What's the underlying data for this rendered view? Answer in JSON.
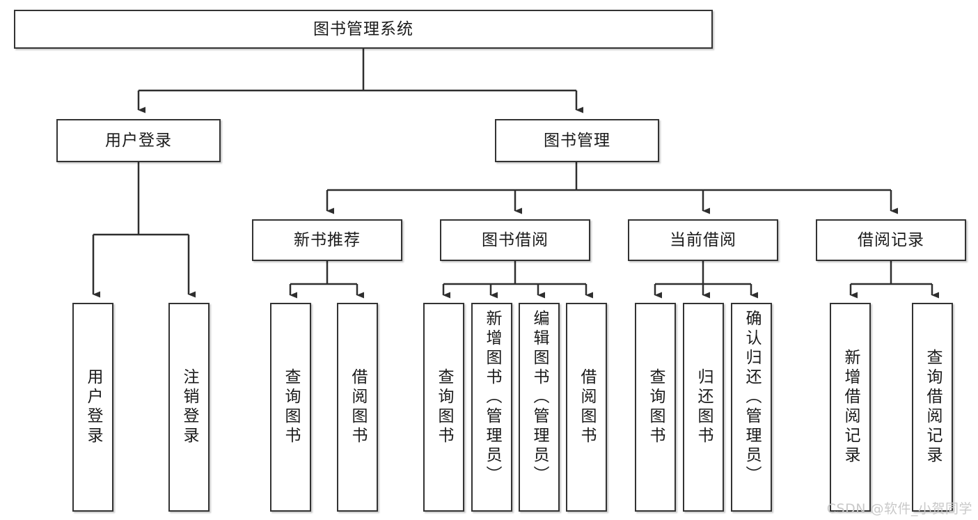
{
  "diagram": {
    "title": "图书管理系统",
    "type": "hierarchy-tree",
    "root": {
      "id": "root",
      "label": "图书管理系统",
      "orientation": "horizontal"
    },
    "level2": [
      {
        "id": "user-login",
        "label": "用户登录",
        "orientation": "horizontal"
      },
      {
        "id": "book-manage",
        "label": "图书管理",
        "orientation": "horizontal"
      }
    ],
    "level3": [
      {
        "id": "new-book-recommend",
        "label": "新书推荐",
        "orientation": "horizontal",
        "parent": "book-manage"
      },
      {
        "id": "book-borrow",
        "label": "图书借阅",
        "orientation": "horizontal",
        "parent": "book-manage"
      },
      {
        "id": "current-borrow",
        "label": "当前借阅",
        "orientation": "horizontal",
        "parent": "book-manage"
      },
      {
        "id": "borrow-record",
        "label": "借阅记录",
        "orientation": "horizontal",
        "parent": "book-manage"
      }
    ],
    "leaves": {
      "user_login": [
        {
          "id": "leaf-user-login",
          "label": "用户登录",
          "orientation": "vertical"
        },
        {
          "id": "leaf-user-logout",
          "label": "注销登录",
          "orientation": "vertical"
        }
      ],
      "new_book_recommend": [
        {
          "id": "leaf-query-book-1",
          "label": "查询图书",
          "orientation": "vertical"
        },
        {
          "id": "leaf-borrow-book-1",
          "label": "借阅图书",
          "orientation": "vertical"
        }
      ],
      "book_borrow": [
        {
          "id": "leaf-query-book-2",
          "label": "查询图书",
          "orientation": "vertical"
        },
        {
          "id": "leaf-add-book",
          "label": "新增图书（管理员）",
          "orientation": "vertical"
        },
        {
          "id": "leaf-edit-book",
          "label": "编辑图书（管理员）",
          "orientation": "vertical"
        },
        {
          "id": "leaf-borrow-book-2",
          "label": "借阅图书",
          "orientation": "vertical"
        }
      ],
      "current_borrow": [
        {
          "id": "leaf-query-book-3",
          "label": "查询图书",
          "orientation": "vertical"
        },
        {
          "id": "leaf-return-book",
          "label": "归还图书",
          "orientation": "vertical"
        },
        {
          "id": "leaf-confirm-return",
          "label": "确认归还（管理员）",
          "orientation": "vertical"
        }
      ],
      "borrow_record": [
        {
          "id": "leaf-add-record",
          "label": "新增借阅记录",
          "orientation": "vertical"
        },
        {
          "id": "leaf-query-record",
          "label": "查询借阅记录",
          "orientation": "vertical"
        }
      ]
    },
    "colors": {
      "stroke": "#333333",
      "fill": "#ffffff",
      "text": "#1a1a1a",
      "watermark": "#c9c9c9"
    }
  },
  "watermark": {
    "text": "CSDN @软件_小贺同学"
  }
}
